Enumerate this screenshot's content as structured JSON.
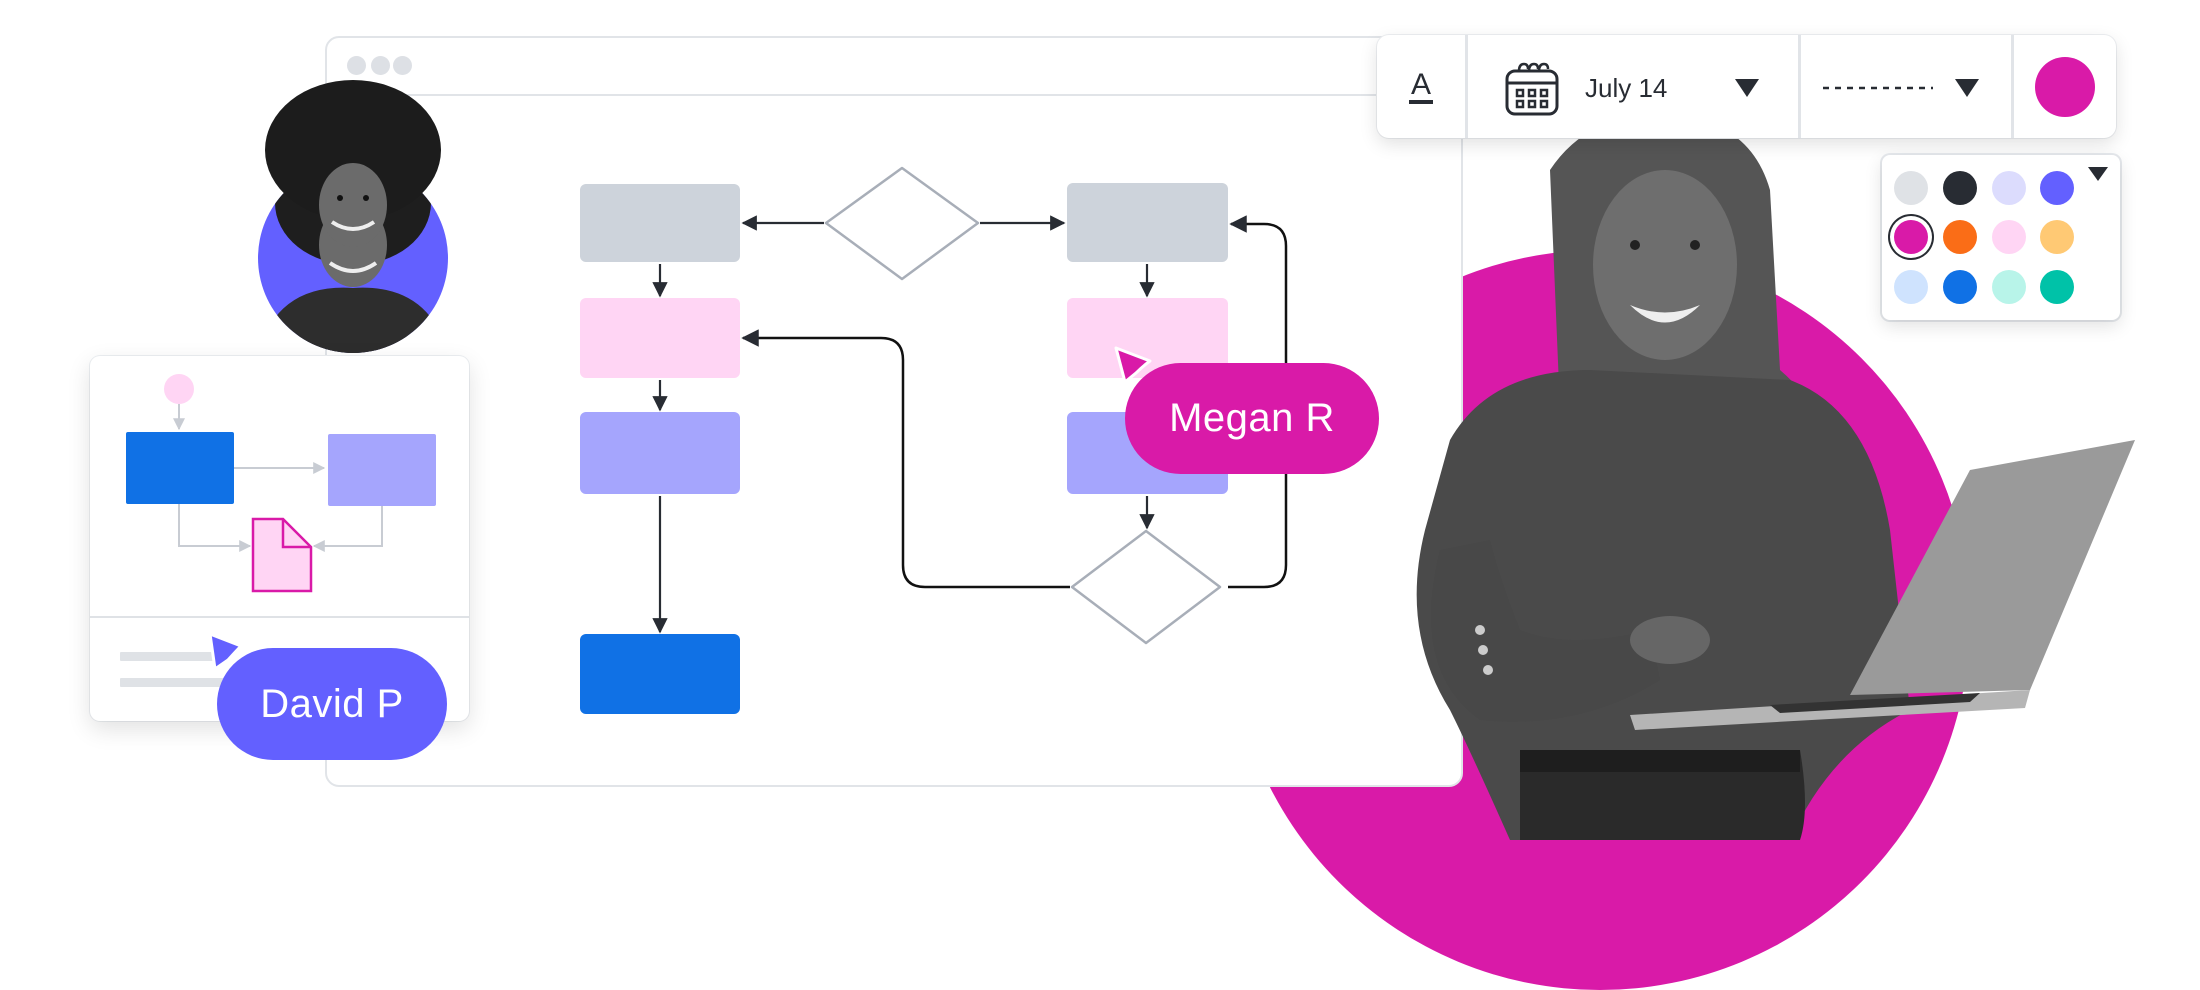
{
  "collaborators": [
    {
      "name": "David P",
      "color": "#6360ff"
    },
    {
      "name": "Megan R",
      "color": "#d91aa8"
    }
  ],
  "toolbar": {
    "text_style_icon": "text-underline-icon",
    "text_style_glyph": "A",
    "date_icon": "calendar-icon",
    "date_value": "July 14",
    "line_style_value": "dashed",
    "selected_color": "#d91aa8"
  },
  "palette": {
    "colors": [
      [
        "#dfe2e6",
        "#282c33",
        "#dcdcfd",
        "#6360ff"
      ],
      [
        "#d91aa8",
        "#fa6d17",
        "#ffd5f4",
        "#ffc974"
      ],
      [
        "#cfe3fe",
        "#1071e5",
        "#b8f4e9",
        "#00c2a8"
      ]
    ],
    "selected": "#d91aa8"
  },
  "flowchart": {
    "colors": {
      "gray": "#cdd3db",
      "pink": "#ffd5f4",
      "lavender": "#a5a5fd",
      "blue": "#1071e5",
      "line": "#282c33",
      "diamond_stroke": "#a8aeb8"
    }
  },
  "mini_diagram": {
    "colors": {
      "start": "#ffd5f4",
      "box1": "#1071e5",
      "box2": "#a5a5fd",
      "doc_fill": "#ffd5f4",
      "doc_stroke": "#d91aa8"
    }
  }
}
